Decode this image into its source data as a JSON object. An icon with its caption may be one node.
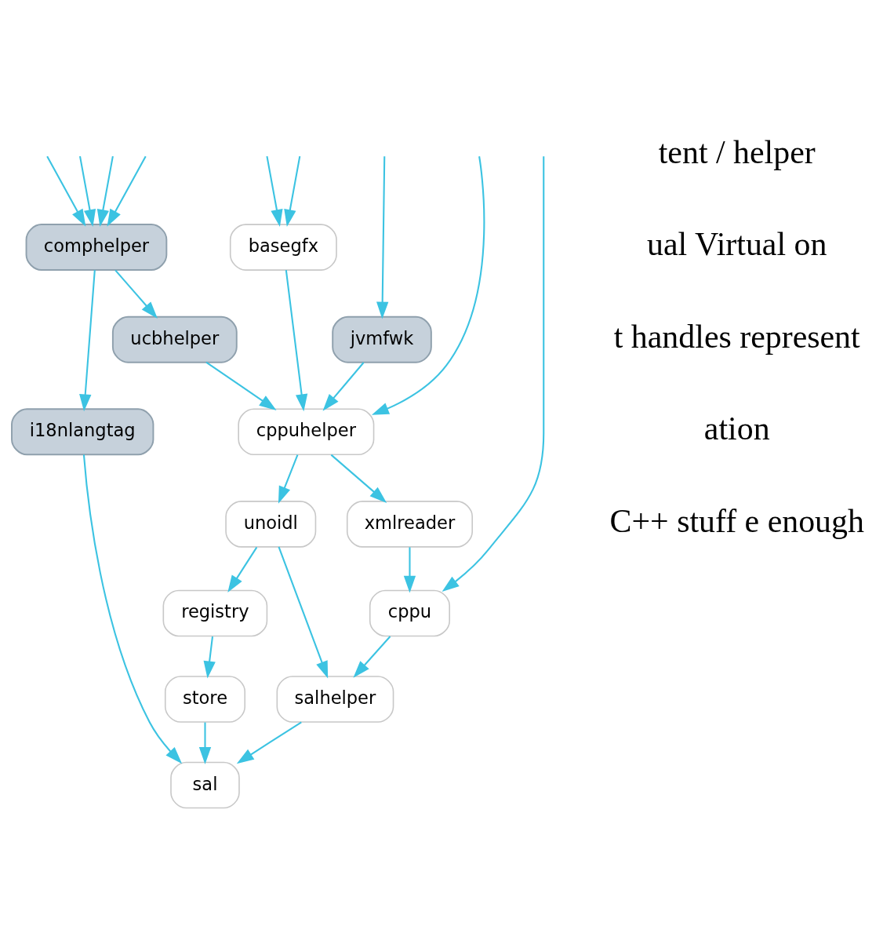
{
  "diagram": {
    "nodes": [
      {
        "text": [
          "basegfx"
        ]
      },
      {
        "text": [
          "comphelper"
        ]
      },
      {
        "text": [
          "ucbhelper"
        ]
      },
      {
        "text": [
          "jvmfwk"
        ]
      },
      {
        "text": [
          "i18nlangtag"
        ]
      },
      {
        "text": [
          "cppuhelper"
        ]
      },
      {
        "text": [
          "unoidl"
        ]
      },
      {
        "text": [
          "xmlreader"
        ]
      },
      {
        "text": [
          "registry"
        ]
      },
      {
        "text": [
          "cppu"
        ]
      },
      {
        "text": [
          "store"
        ]
      },
      {
        "text": [
          "salhelper"
        ]
      },
      {
        "text": [
          "sal"
        ]
      }
    ],
    "edges": [
      {
        "from": null,
        "to": 0,
        "arrow": "to"
      },
      {
        "from": null,
        "to": 0,
        "arrow": "to"
      },
      {
        "from": null,
        "to": 1,
        "arrow": "to"
      },
      {
        "from": null,
        "to": 1,
        "arrow": "to"
      },
      {
        "from": null,
        "to": 1,
        "arrow": "to"
      },
      {
        "from": null,
        "to": 1,
        "arrow": "to"
      },
      {
        "from": null,
        "to": 3,
        "arrow": "to"
      },
      {
        "from": null,
        "to": 5,
        "arrow": "to"
      },
      {
        "from": null,
        "to": 9,
        "arrow": "to"
      },
      {
        "from": 0,
        "to": 5,
        "arrow": "to"
      },
      {
        "from": 1,
        "to": 2,
        "arrow": "to"
      },
      {
        "from": 1,
        "to": 4,
        "arrow": "to"
      },
      {
        "from": 2,
        "to": 5,
        "arrow": "to"
      },
      {
        "from": 3,
        "to": 5,
        "arrow": "to"
      },
      {
        "from": 5,
        "to": 6,
        "arrow": "to"
      },
      {
        "from": 5,
        "to": 7,
        "arrow": "to"
      },
      {
        "from": 6,
        "to": 8,
        "arrow": "to"
      },
      {
        "from": 6,
        "to": 11,
        "arrow": "to"
      },
      {
        "from": 7,
        "to": 9,
        "arrow": "to"
      },
      {
        "from": 8,
        "to": 10,
        "arrow": "to"
      },
      {
        "from": 9,
        "to": 11,
        "arrow": "to"
      },
      {
        "from": 10,
        "to": 12,
        "arrow": "to"
      },
      {
        "from": 11,
        "to": 12,
        "arrow": "to"
      },
      {
        "from": 4,
        "to": 12,
        "arrow": "to"
      }
    ],
    "labels": [
      "tent / helper",
      "ual Virtual on",
      "t handles represent",
      "ation",
      "C++ stuff e enough"
    ]
  }
}
